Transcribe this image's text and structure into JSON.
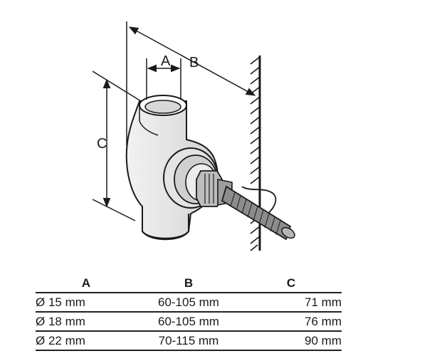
{
  "dimension_labels": {
    "a": "A",
    "b": "B",
    "c": "C"
  },
  "table": {
    "headers": [
      "A",
      "B",
      "C"
    ],
    "rows": [
      [
        "Ø 15 mm",
        "60-105 mm",
        "71 mm"
      ],
      [
        "Ø 18 mm",
        "60-105 mm",
        "76 mm"
      ],
      [
        "Ø 22 mm",
        "70-115 mm",
        "90 mm"
      ]
    ]
  }
}
